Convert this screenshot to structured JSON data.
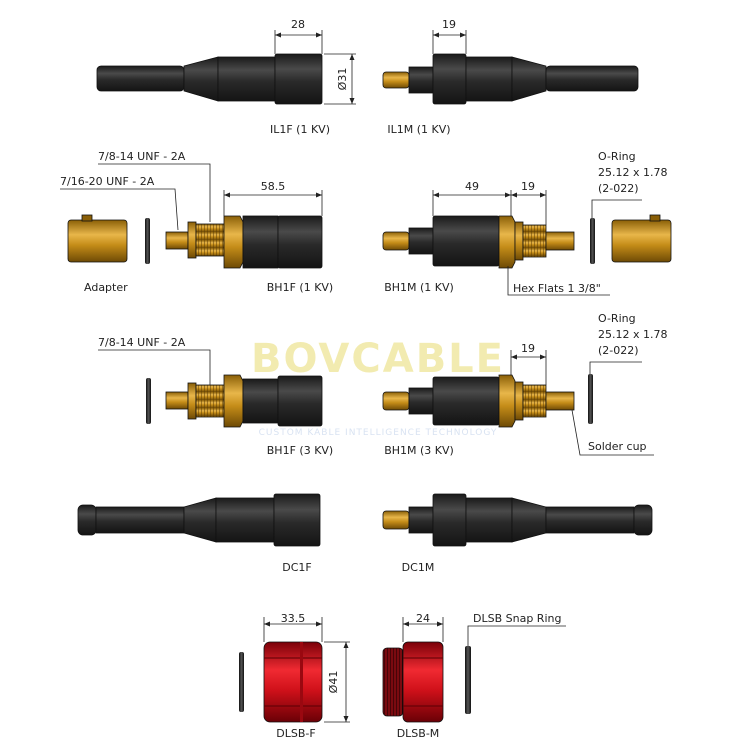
{
  "watermark": {
    "brand": "BOVCABLE",
    "tagline": "CUSTOM KABLE INTELLIGENCE TECHNOLOGY"
  },
  "row1": {
    "left_label": "IL1F (1 KV)",
    "right_label": "IL1M (1 KV)",
    "dim_left": "28",
    "dim_right": "19",
    "dim_dia": "Ø31"
  },
  "row2": {
    "callout_unf_large": "7/8-14 UNF - 2A",
    "callout_unf_small": "7/16-20 UNF - 2A",
    "dim_left": "58.5",
    "dim_right_a": "49",
    "dim_right_b": "19",
    "oring_title": "O-Ring",
    "oring_size": "25.12 x 1.78",
    "oring_code": "(2-022)",
    "adapter_label": "Adapter",
    "left_label": "BH1F (1 KV)",
    "right_label": "BH1M (1 KV)",
    "hex_flats": "Hex Flats 1 3/8\""
  },
  "row3": {
    "callout_unf": "7/8-14 UNF - 2A",
    "dim_right": "19",
    "oring_title": "O-Ring",
    "oring_size": "25.12 x 1.78",
    "oring_code": "(2-022)",
    "solder_cup": "Solder cup",
    "left_label": "BH1F (3 KV)",
    "right_label": "BH1M (3 KV)"
  },
  "row4": {
    "left_label": "DC1F",
    "right_label": "DC1M"
  },
  "row5": {
    "dim_left": "33.5",
    "dim_right": "24",
    "dim_dia": "Ø41",
    "snap_ring": "DLSB Snap Ring",
    "left_label": "DLSB-F",
    "right_label": "DLSB-M"
  },
  "colors": {
    "rubber": "#2b2b2b",
    "brass": "#c8921a",
    "red": "#d8111b",
    "ink": "#222222"
  }
}
